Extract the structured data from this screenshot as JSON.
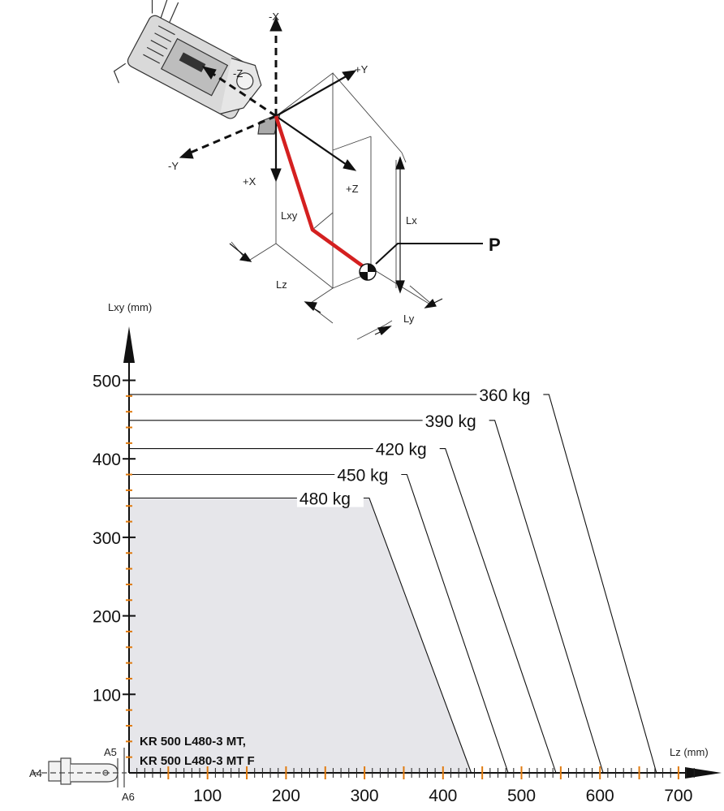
{
  "diagram": {
    "axis_labels": {
      "minus_x": "-X",
      "plus_y": "+Y",
      "minus_z": "-Z",
      "minus_y": "-Y",
      "plus_x": "+X",
      "plus_z": "+Z"
    },
    "dimension_labels": {
      "lxy": "Lxy",
      "lx": "Lx",
      "lz": "Lz",
      "ly": "Ly"
    },
    "point_label": "P"
  },
  "wrist": {
    "a4": "A4",
    "a5": "A5",
    "a6": "A6"
  },
  "model_lines": [
    "KR 500 L480-3 MT,",
    "KR 500 L480-3 MT F"
  ],
  "colors": {
    "curve": "#111111",
    "fill": "#e6e6ea",
    "tick_orange": "#e07b10",
    "highlight": "#d42020"
  },
  "chart_data": {
    "type": "area",
    "title": "",
    "xlabel": "Lz (mm)",
    "ylabel": "Lxy (mm)",
    "xlim": [
      0,
      720
    ],
    "ylim": [
      0,
      520
    ],
    "xticks": [
      100,
      200,
      300,
      400,
      500,
      600,
      700
    ],
    "yticks": [
      100,
      200,
      300,
      400,
      500
    ],
    "series": [
      {
        "name": "360 kg",
        "points": [
          [
            0,
            482
          ],
          [
            535,
            482
          ],
          [
            672,
            0
          ]
        ]
      },
      {
        "name": "390 kg",
        "points": [
          [
            0,
            449
          ],
          [
            466,
            449
          ],
          [
            604,
            0
          ]
        ]
      },
      {
        "name": "420 kg",
        "points": [
          [
            0,
            413
          ],
          [
            403,
            413
          ],
          [
            544,
            0
          ]
        ]
      },
      {
        "name": "450 kg",
        "points": [
          [
            0,
            380
          ],
          [
            354,
            380
          ],
          [
            483,
            0
          ]
        ]
      },
      {
        "name": "480 kg",
        "points": [
          [
            0,
            350
          ],
          [
            306,
            350
          ],
          [
            436,
            0
          ]
        ]
      }
    ],
    "filled_series": "480 kg",
    "grid": false
  }
}
